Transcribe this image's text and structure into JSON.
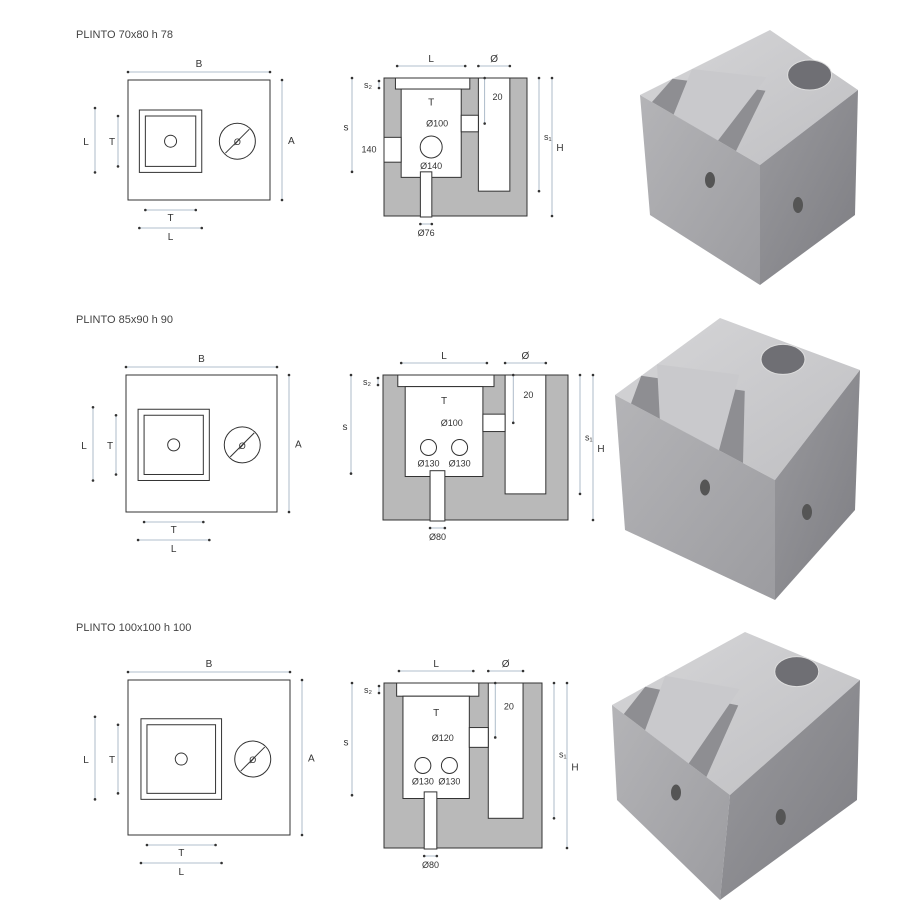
{
  "rows": [
    {
      "title": "PLINTO 70x80 h 78",
      "plan": {
        "B": "B",
        "A": "A",
        "L": "L",
        "T": "T",
        "T_bottom": "T",
        "L_bottom": "L",
        "hole": "Ø"
      },
      "section": {
        "L": "L",
        "dia": "Ø",
        "s2": "s₂",
        "T": "T",
        "side_hole": "Ø100",
        "d20": "20",
        "s": "s",
        "side_dim": "140",
        "holes": [
          "Ø140"
        ],
        "s1": "s₁",
        "H": "H",
        "bottom": "Ø76"
      }
    },
    {
      "title": "PLINTO 85x90 h 90",
      "plan": {
        "B": "B",
        "A": "A",
        "L": "L",
        "T": "T",
        "T_bottom": "T",
        "L_bottom": "L",
        "hole": "Ø"
      },
      "section": {
        "L": "L",
        "dia": "Ø",
        "s2": "s₂",
        "T": "T",
        "side_hole": "Ø100",
        "d20": "20",
        "s": "s",
        "holes": [
          "Ø130",
          "Ø130"
        ],
        "s1": "s₁",
        "H": "H",
        "bottom": "Ø80"
      }
    },
    {
      "title": "PLINTO 100x100 h 100",
      "plan": {
        "B": "B",
        "A": "A",
        "L": "L",
        "T": "T",
        "T_bottom": "T",
        "L_bottom": "L",
        "hole": "Ø"
      },
      "section": {
        "L": "L",
        "dia": "Ø",
        "s2": "s₂",
        "T": "T",
        "side_hole": "Ø120",
        "d20": "20",
        "s": "s",
        "holes": [
          "Ø130",
          "Ø130"
        ],
        "s1": "s₁",
        "H": "H",
        "bottom": "Ø80"
      }
    }
  ]
}
